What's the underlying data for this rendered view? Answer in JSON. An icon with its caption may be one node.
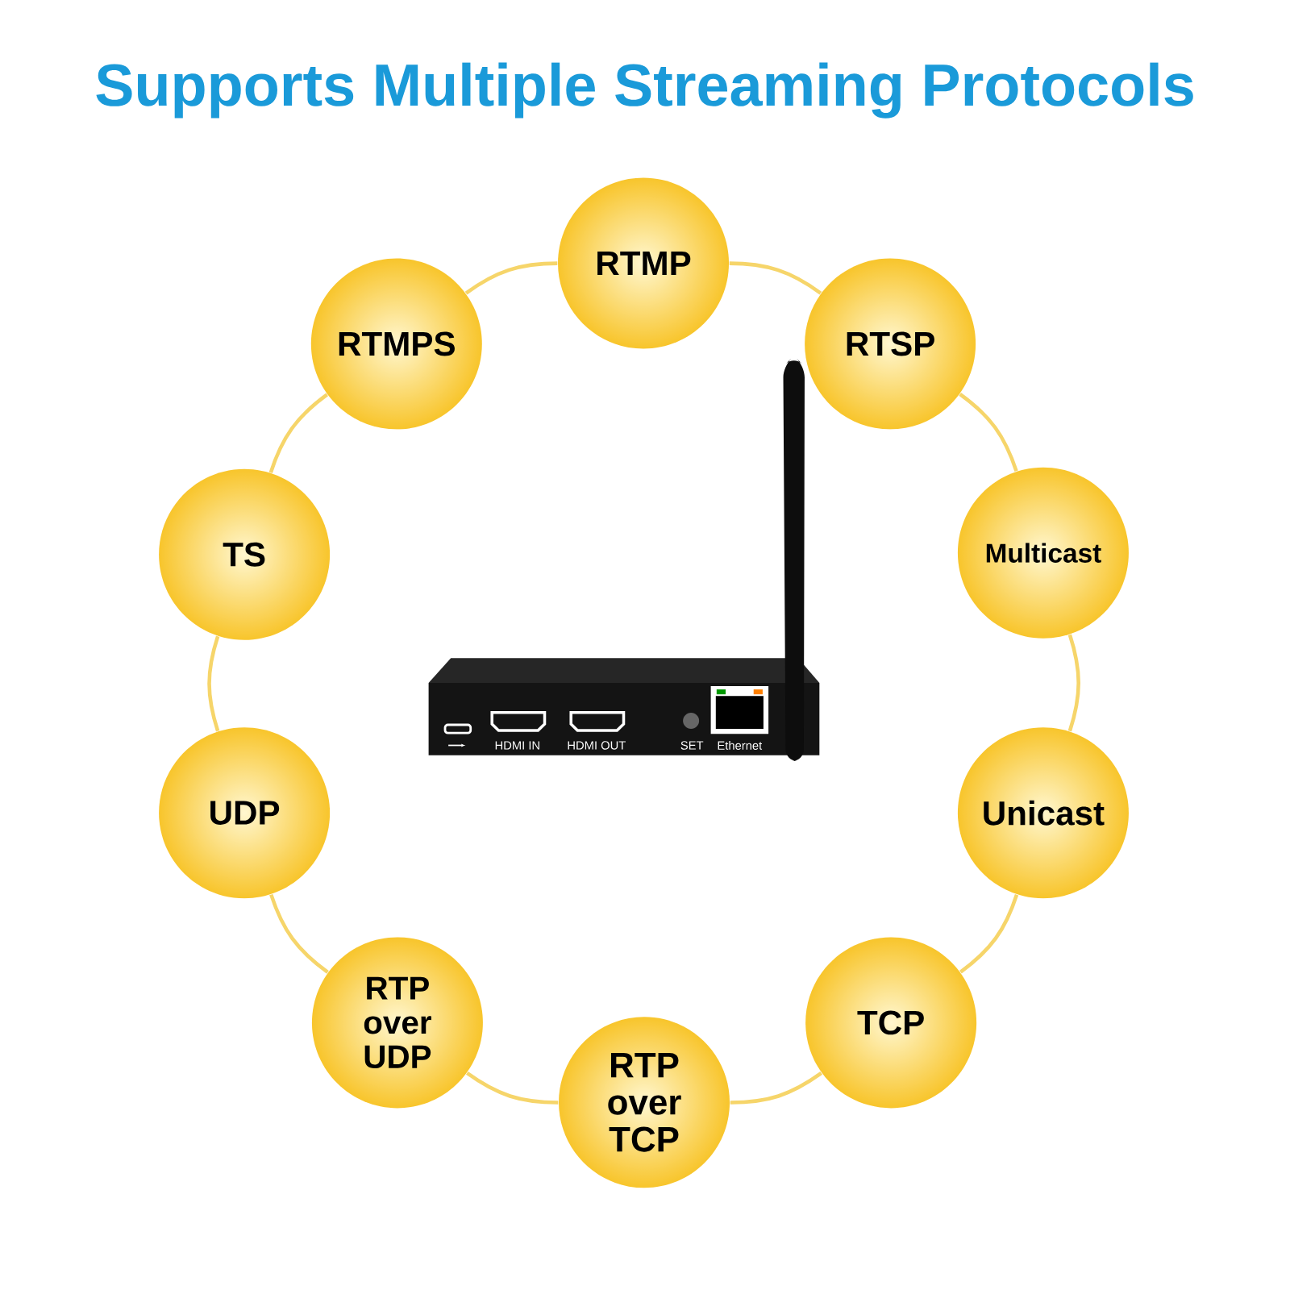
{
  "diagram": {
    "title": "Supports Multiple Streaming Protocols",
    "nodes": [
      {
        "text": [
          "RTMP"
        ]
      },
      {
        "text": [
          "RTSP"
        ]
      },
      {
        "text": [
          "Multicast"
        ]
      },
      {
        "text": [
          "Unicast"
        ]
      },
      {
        "text": [
          "TCP"
        ]
      },
      {
        "text": [
          "RTP over TCP"
        ]
      },
      {
        "text": [
          "RTP over UDP"
        ]
      },
      {
        "text": [
          "UDP"
        ]
      },
      {
        "text": [
          "TS"
        ]
      },
      {
        "text": [
          "RTMPS"
        ]
      }
    ],
    "edges": [
      {
        "from": 0,
        "to": 1,
        "arrow": "none"
      },
      {
        "from": 1,
        "to": 2,
        "arrow": "none"
      },
      {
        "from": 2,
        "to": 3,
        "arrow": "none"
      },
      {
        "from": 3,
        "to": 4,
        "arrow": "none"
      },
      {
        "from": 4,
        "to": 5,
        "arrow": "none"
      },
      {
        "from": 5,
        "to": 6,
        "arrow": "none"
      },
      {
        "from": 6,
        "to": 7,
        "arrow": "none"
      },
      {
        "from": 7,
        "to": 8,
        "arrow": "none"
      },
      {
        "from": 8,
        "to": 9,
        "arrow": "none"
      },
      {
        "from": 9,
        "to": 0,
        "arrow": "none"
      }
    ],
    "labels": [
      "HDMI IN",
      "HDMI OUT",
      "SET",
      "Ethernet"
    ]
  }
}
